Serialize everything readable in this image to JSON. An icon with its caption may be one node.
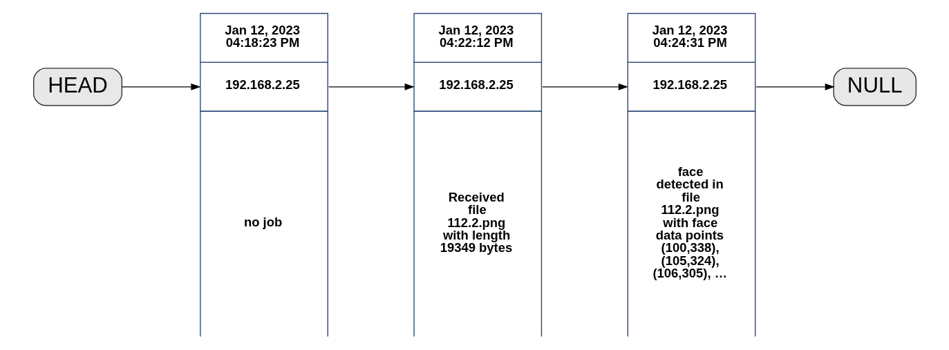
{
  "diagram": {
    "nodes": [
      {
        "text": [
          "HEAD"
        ]
      },
      {
        "text": [
          "Jan 12, 2023 04:18:23 PM",
          "192.168.2.25",
          "no job"
        ]
      },
      {
        "text": [
          "Jan 12, 2023 04:22:12 PM",
          "192.168.2.25",
          "Received file 112.2.png with length 19349 bytes"
        ]
      },
      {
        "text": [
          "Jan 12, 2023 04:24:31 PM",
          "192.168.2.25",
          "face detected in file 112.2.png with face data points (100,338), (105,324), (106,305), …"
        ]
      },
      {
        "text": [
          "NULL"
        ]
      }
    ],
    "edges": [
      {
        "from": 0,
        "to": 1,
        "arrow": "to"
      },
      {
        "from": 1,
        "to": 2,
        "arrow": "to"
      },
      {
        "from": 2,
        "to": 3,
        "arrow": "to"
      },
      {
        "from": 3,
        "to": 4,
        "arrow": "to"
      }
    ]
  }
}
